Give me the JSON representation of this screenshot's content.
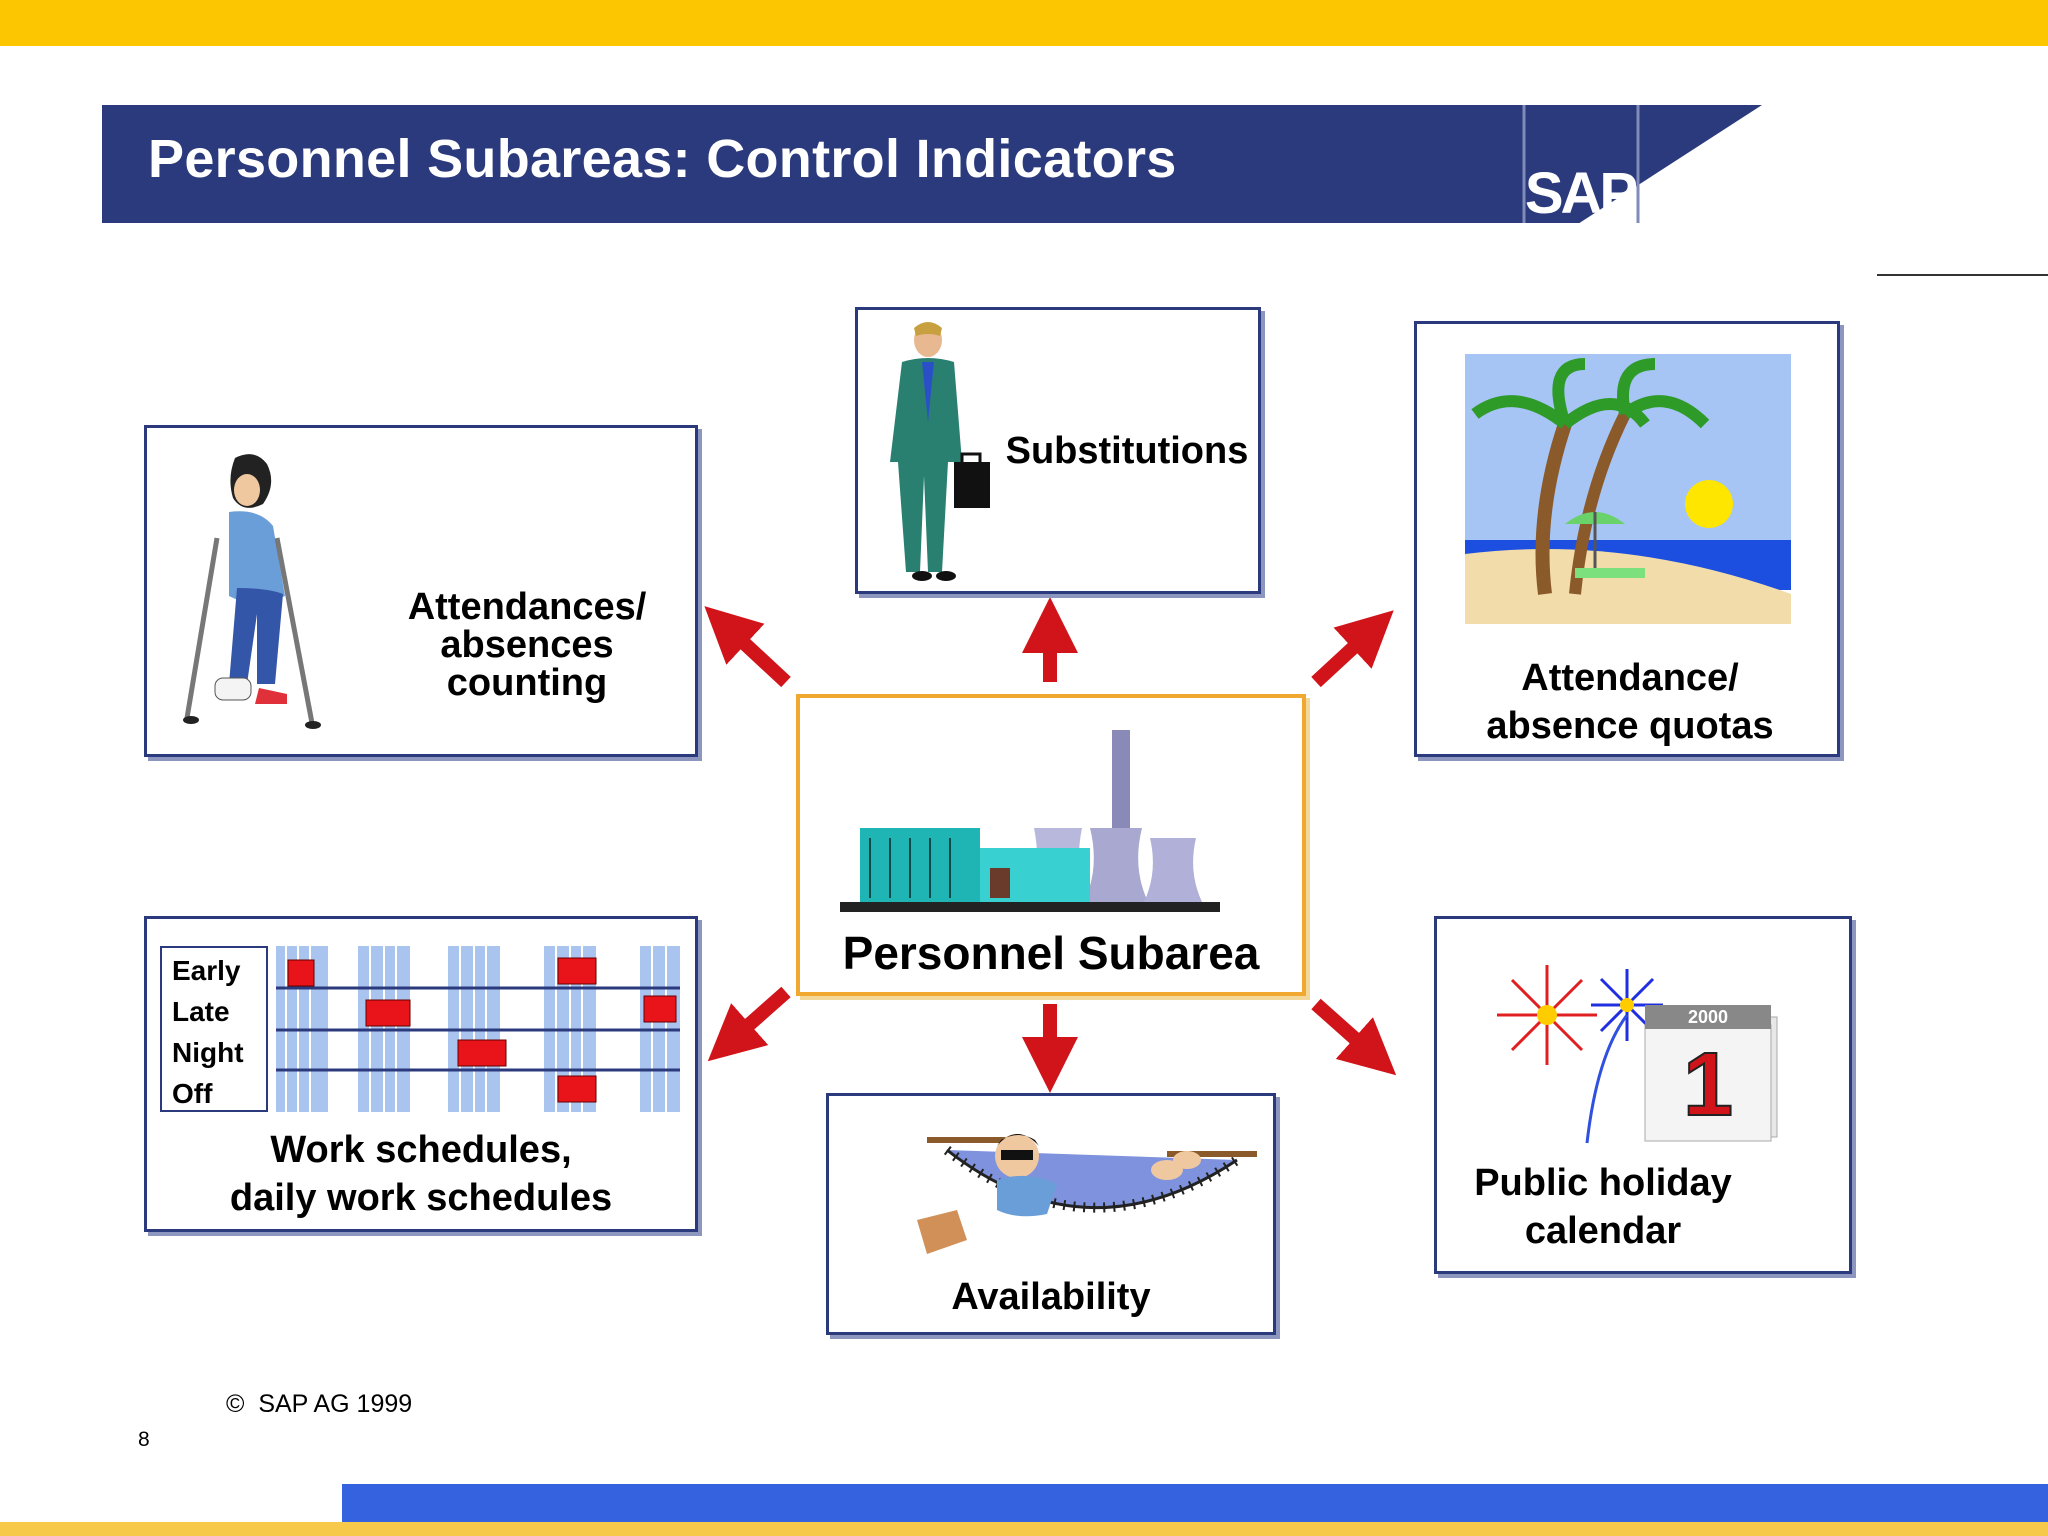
{
  "header": {
    "title": "Personnel Subareas: Control Indicators",
    "logo_text": "SAP"
  },
  "center": {
    "label": "Personnel Subarea",
    "icon": "power-plant-icon"
  },
  "cards": {
    "substitutions": {
      "label": "Substitutions",
      "icon": "businessman-icon"
    },
    "attendance_counting": {
      "label_lines": [
        "Attendances/",
        "absences",
        "counting"
      ],
      "icon": "injured-person-crutches-icon"
    },
    "quotas": {
      "label_lines": [
        "Attendance/",
        "absence quotas"
      ],
      "icon": "beach-vacation-icon"
    },
    "work_schedules": {
      "label_lines": [
        "Work schedules,",
        "daily work schedules"
      ],
      "shifts": [
        "Early",
        "Late",
        "Night",
        "Off"
      ],
      "icon": "schedule-grid-icon"
    },
    "availability": {
      "label": "Availability",
      "icon": "hammock-person-icon"
    },
    "holiday": {
      "label_lines": [
        "Public holiday",
        "calendar"
      ],
      "calendar_year": "2000",
      "calendar_day": "1",
      "icon": "fireworks-calendar-icon"
    }
  },
  "footer": {
    "copyright_symbol": "©",
    "copyright": "SAP AG 1999",
    "page_number": "8"
  },
  "colors": {
    "header_blue": "#2b3a7c",
    "top_yellow": "#fcc600",
    "arrow_red": "#d0141a",
    "center_border": "#f0a830",
    "footer_blue": "#3563e0"
  }
}
